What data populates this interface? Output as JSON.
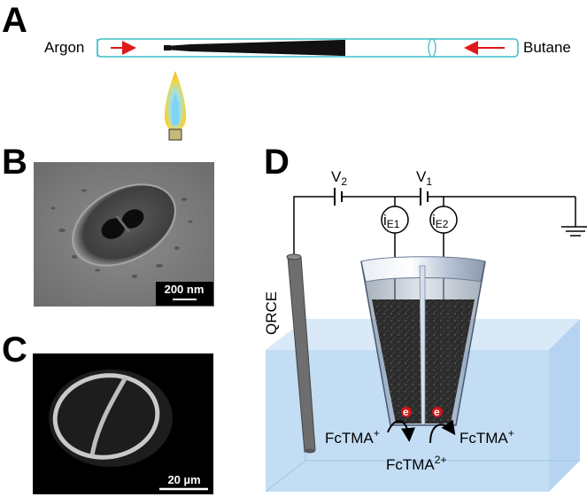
{
  "panels": {
    "a": "A",
    "b": "B",
    "c": "C",
    "d": "D"
  },
  "panel_a": {
    "left_gas": "Argon",
    "right_gas": "Butane"
  },
  "panel_b": {
    "scale_bar": "200 nm"
  },
  "panel_c": {
    "scale_bar": "20 µm"
  },
  "panel_d": {
    "v2": "V",
    "v2_sub": "2",
    "v1": "V",
    "v1_sub": "1",
    "ie1": "i",
    "ie1_sub": "E1",
    "ie2": "i",
    "ie2_sub": "E2",
    "reference": "QRCE",
    "species_left": "FcTMA",
    "species_left_charge": "+",
    "species_right": "FcTMA",
    "species_right_charge": "+",
    "species_bottom": "FcTMA",
    "species_bottom_charge": "2+",
    "electron": "e"
  },
  "colors": {
    "tube_outline": "#3bbfc9",
    "arrow": "#e0191b",
    "solution": "#b9d8f2",
    "carbon": "#2f2f2f",
    "electrode": "#707070",
    "electron": "#d0161b"
  }
}
